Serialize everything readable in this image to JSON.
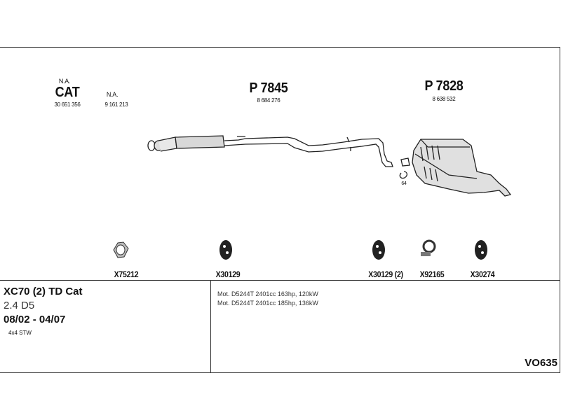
{
  "header": {
    "cat": {
      "na": "N.A.",
      "label": "CAT",
      "number": "30 651 356"
    },
    "na2": {
      "na": "N.A.",
      "number": "9 161 213"
    },
    "part1": {
      "code": "P 7845",
      "number": "8 684 276"
    },
    "part2": {
      "code": "P 7828",
      "number": "8 638 532"
    },
    "clamp_ref": "64"
  },
  "accessories": [
    {
      "code": "X75212",
      "icon": "gasket-icon"
    },
    {
      "code": "X30129",
      "icon": "rubber-mount-icon"
    },
    {
      "code": "X30129 (2)",
      "icon": "rubber-mount-icon"
    },
    {
      "code": "X92165",
      "icon": "clamp-icon"
    },
    {
      "code": "X30274",
      "icon": "rubber-mount-icon"
    }
  ],
  "vehicle": {
    "model": "XC70 (2) TD Cat",
    "engine": "2.4 D5",
    "years": "08/02 - 04/07",
    "body": "4x4 STW"
  },
  "engines": [
    "Mot. D5244T 2401cc 163hp, 120kW",
    "Mot. D5244T 2401cc 185hp, 136kW"
  ],
  "diagram_code": "VO635"
}
